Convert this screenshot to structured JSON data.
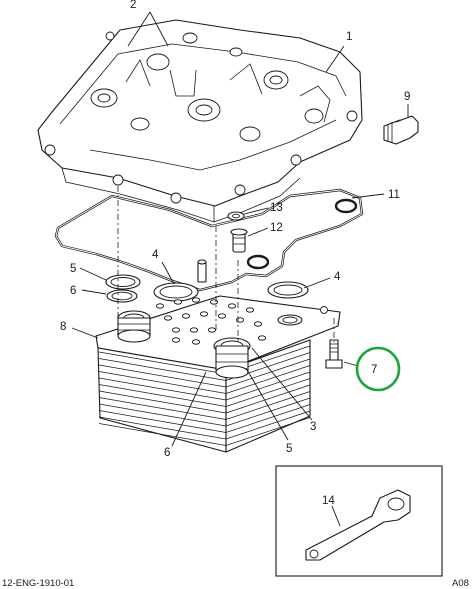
{
  "diagram": {
    "callouts": [
      {
        "id": "c1",
        "label": "1"
      },
      {
        "id": "c2",
        "label": "2"
      },
      {
        "id": "c3",
        "label": "3"
      },
      {
        "id": "c4a",
        "label": "4"
      },
      {
        "id": "c4b",
        "label": "4"
      },
      {
        "id": "c5a",
        "label": "5"
      },
      {
        "id": "c5b",
        "label": "5"
      },
      {
        "id": "c6a",
        "label": "6"
      },
      {
        "id": "c6b",
        "label": "6"
      },
      {
        "id": "c7",
        "label": "7"
      },
      {
        "id": "c8",
        "label": "8"
      },
      {
        "id": "c9",
        "label": "9"
      },
      {
        "id": "c11",
        "label": "11"
      },
      {
        "id": "c12",
        "label": "12"
      },
      {
        "id": "c13",
        "label": "13"
      },
      {
        "id": "c14",
        "label": "14"
      }
    ],
    "highlighted_callout": "7",
    "highlight_color": "#22a33a",
    "figure_ref_left": "12-ENG-1910-01",
    "figure_ref_right": "A08"
  }
}
